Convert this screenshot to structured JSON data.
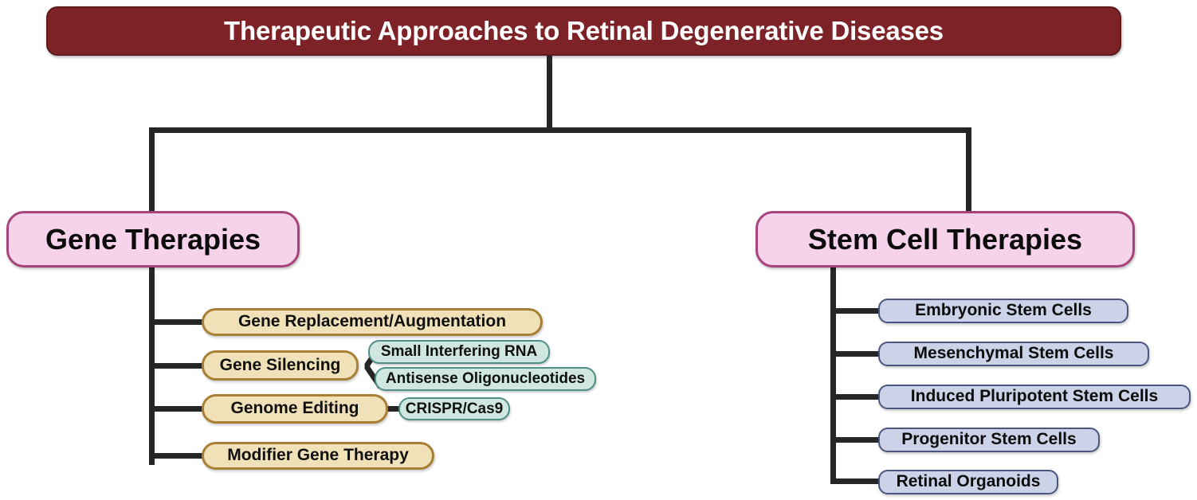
{
  "diagram": {
    "title": "Therapeutic Approaches to Retinal Degenerative Diseases",
    "branches": {
      "gene": {
        "label": "Gene Therapies",
        "children": [
          {
            "label": "Gene Replacement/Augmentation"
          },
          {
            "label": "Gene Silencing",
            "children": [
              {
                "label": "Small Interfering RNA"
              },
              {
                "label": "Antisense Oligonucleotides"
              }
            ]
          },
          {
            "label": "Genome Editing",
            "children": [
              {
                "label": "CRISPR/Cas9"
              }
            ]
          },
          {
            "label": "Modifier Gene Therapy"
          }
        ]
      },
      "stem": {
        "label": "Stem Cell Therapies",
        "children": [
          {
            "label": "Embryonic Stem Cells"
          },
          {
            "label": "Mesenchymal Stem Cells"
          },
          {
            "label": "Induced Pluripotent Stem Cells"
          },
          {
            "label": "Progenitor Stem Cells"
          },
          {
            "label": "Retinal Organoids"
          }
        ]
      }
    },
    "colors": {
      "title_fill": "#7d2327",
      "title_border": "#5e1a1d",
      "level1_fill": "#f6d3ea",
      "level1_border": "#a8447c",
      "tan_fill": "#f0e1b9",
      "tan_border": "#a87f35",
      "teal_fill": "#cfe7e0",
      "teal_border": "#4e8f86",
      "blue_fill": "#ccd3e8",
      "blue_border": "#4a5680",
      "connector": "#262626",
      "background": "#ffffff"
    }
  }
}
